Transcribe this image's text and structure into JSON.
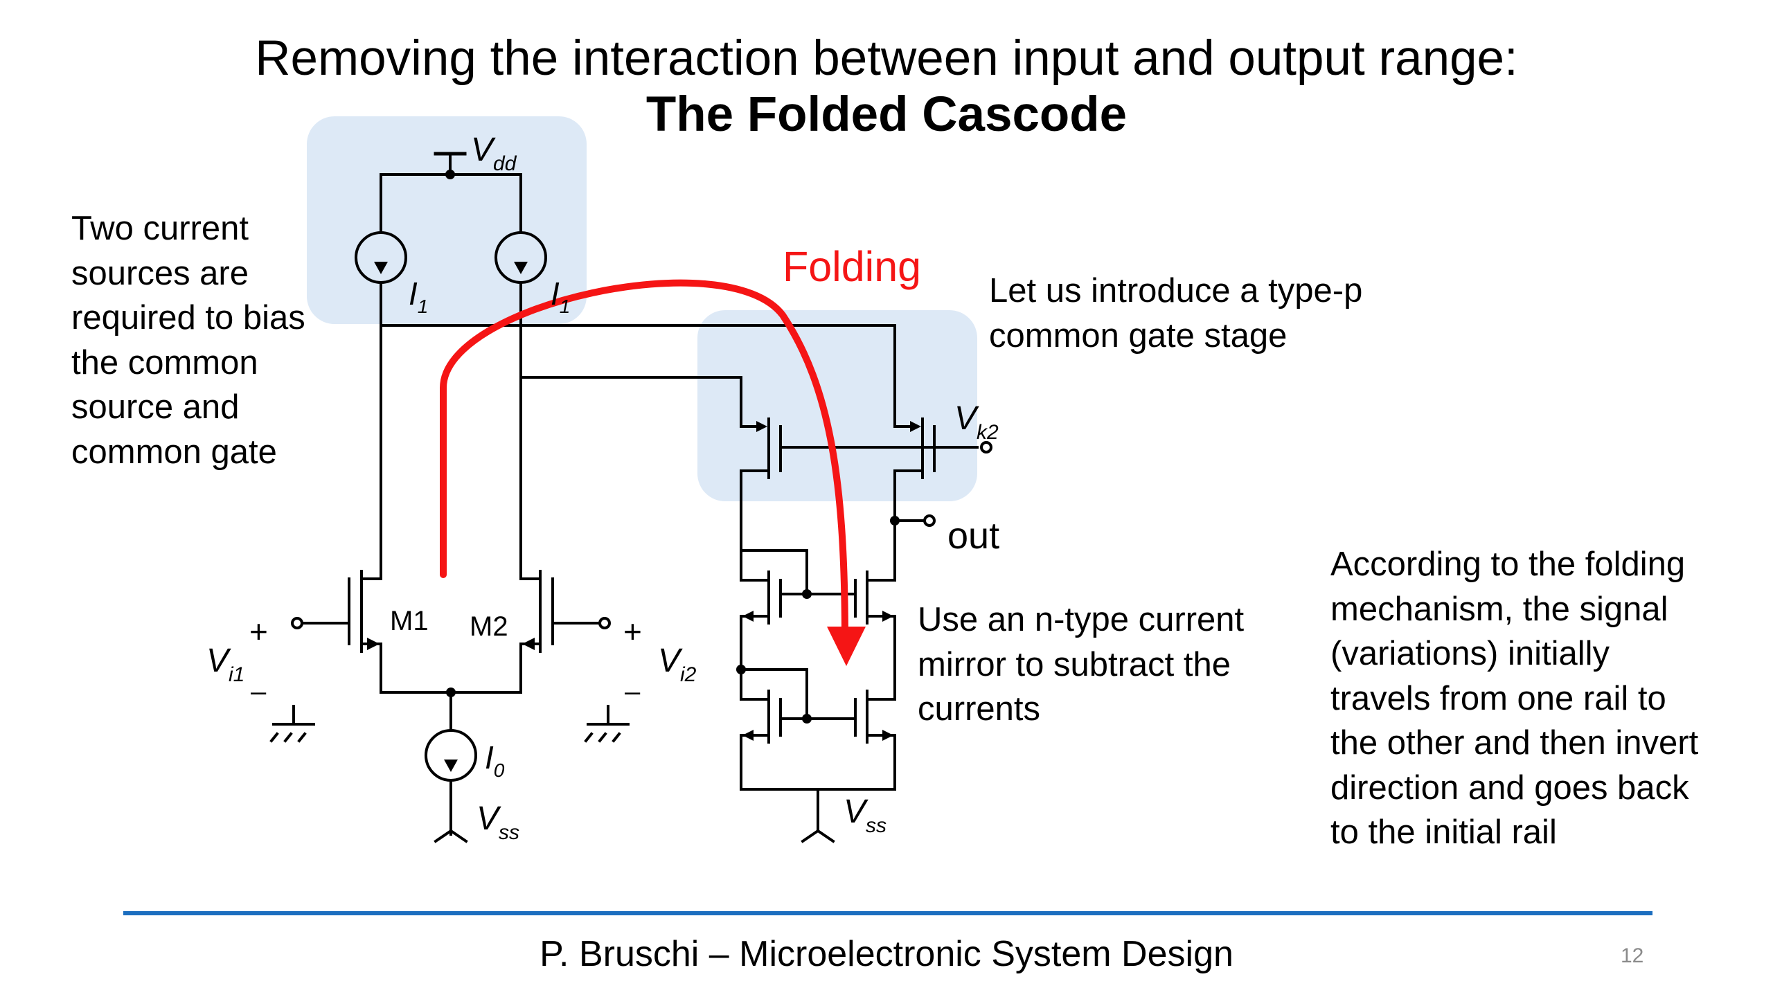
{
  "slide": {
    "title_line1": "Removing the interaction between input and output range:",
    "title_line2": "The Folded Cascode",
    "annotation_bias": "Two current\nsources are\nrequired to bias\nthe common\nsource and\ncommon gate",
    "annotation_folding_label": "Folding",
    "annotation_ptype": "Let us introduce a type-p\ncommon gate stage",
    "annotation_mirror": "Use an n-type current\nmirror to subtract the\ncurrents",
    "annotation_mechanism": "According to the folding\nmechanism, the signal\n(variations) initially\ntravels from one rail to\nthe other and then invert\ndirection and goes back\nto the initial rail",
    "footer": "P. Bruschi – Microelectronic System Design",
    "page_number": "12"
  },
  "circuit": {
    "vdd": {
      "main": "V",
      "sub": "dd"
    },
    "vss_left": {
      "main": "V",
      "sub": "ss"
    },
    "vss_right": {
      "main": "V",
      "sub": "ss"
    },
    "i1_left": {
      "main": "I",
      "sub": "1"
    },
    "i1_right": {
      "main": "I",
      "sub": "1"
    },
    "i0": {
      "main": "I",
      "sub": "0"
    },
    "vk2": {
      "main": "V",
      "sub": "k2"
    },
    "vi1": {
      "main": "V",
      "sub": "i1"
    },
    "vi2": {
      "main": "V",
      "sub": "i2"
    },
    "m1": "M1",
    "m2": "M2",
    "out": "out",
    "plus": "+",
    "minus": "–"
  },
  "colors": {
    "highlight_box": "#dde9f6",
    "folding_arrow": "#f51515",
    "footer_rule": "#1c6ebf"
  }
}
